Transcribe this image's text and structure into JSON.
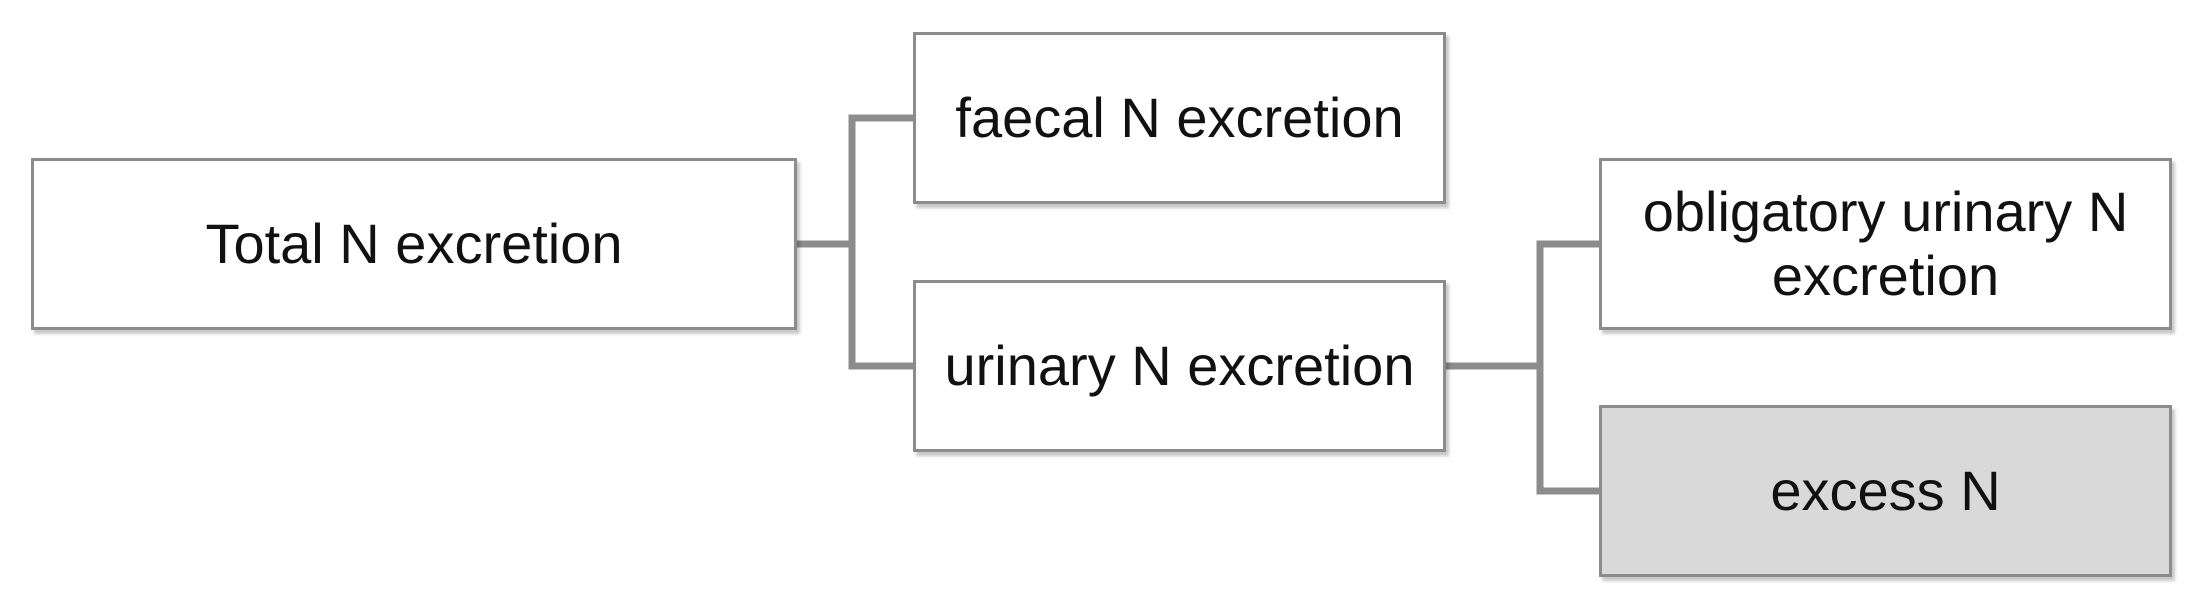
{
  "diagram": {
    "nodes": {
      "total": "Total N excretion",
      "faecal": "faecal N excretion",
      "urinary": "urinary N excretion",
      "obligatory": "obligatory urinary N excretion",
      "excess": "excess N"
    },
    "edges": [
      {
        "from": "total",
        "to": "faecal"
      },
      {
        "from": "total",
        "to": "urinary"
      },
      {
        "from": "urinary",
        "to": "obligatory"
      },
      {
        "from": "urinary",
        "to": "excess"
      }
    ],
    "colors": {
      "connector": "#8c8c8c",
      "box_border": "#8c8c8c",
      "highlight_fill": "#d9d9d9",
      "text": "#111111"
    }
  }
}
